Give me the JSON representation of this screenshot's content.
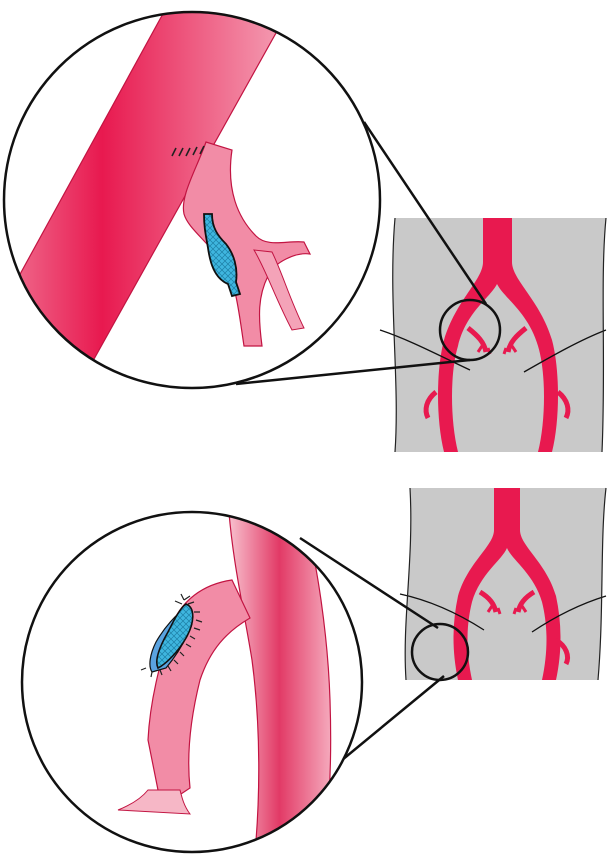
{
  "figure": {
    "panels": [
      {
        "id": "top",
        "torso": "pelvis-torso",
        "detail": "magnified-iliac-stent"
      },
      {
        "id": "bottom",
        "torso": "pelvis-torso",
        "detail": "magnified-iliac-graft"
      }
    ],
    "colors": {
      "artery": "#e8194f",
      "artery_light": "#f28ca6",
      "artery_pale": "#f6b7c6",
      "torso": "#c9c9c9",
      "stent": "#3fb6df",
      "suture": "#222222",
      "outline": "#111111",
      "background": "#ffffff"
    }
  }
}
